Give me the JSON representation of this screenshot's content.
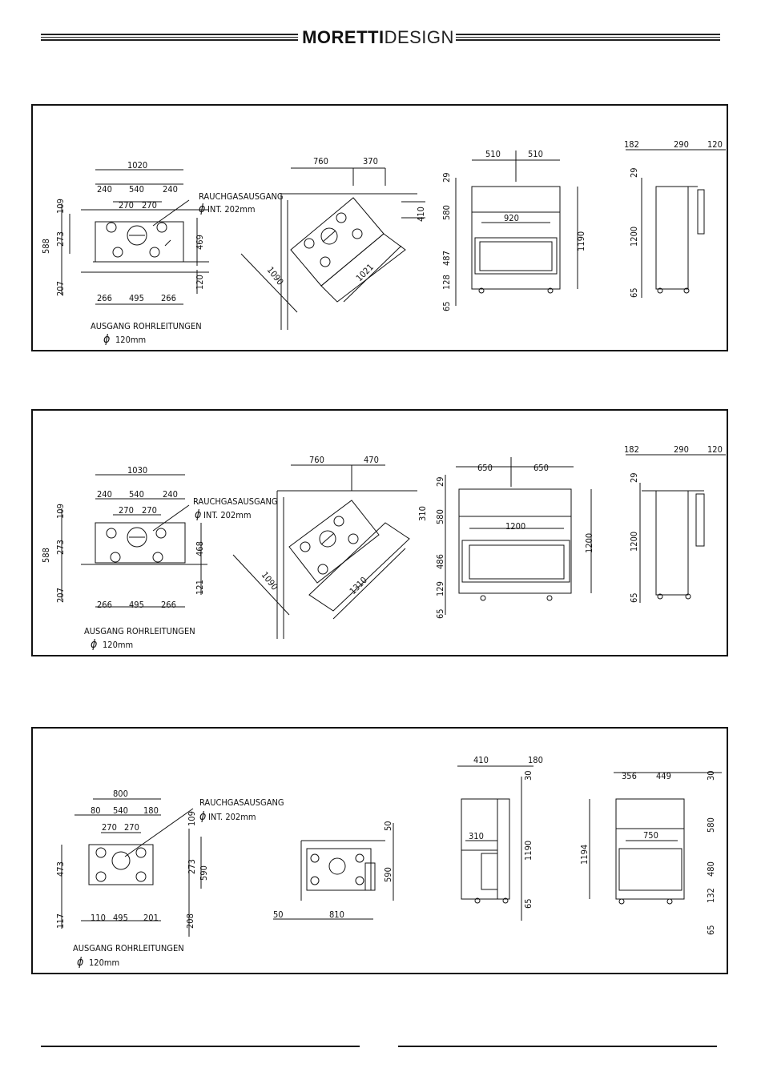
{
  "header": {
    "brand_bold": "MORETTI",
    "brand_light": "DESIGN"
  },
  "panels": [
    {
      "top_view": {
        "dims_top": [
          "1020",
          "240",
          "540",
          "240",
          "270",
          "270"
        ],
        "dims_left": [
          "109",
          "588",
          "273",
          "207"
        ],
        "dims_right": [
          "469",
          "120"
        ],
        "dims_bottom": [
          "266",
          "495",
          "266"
        ],
        "flue_label": "RAUCHGASAUSGANG",
        "flue_diameter": "INT. 202mm",
        "outlet_label": "AUSGANG ROHRLEITUNGEN",
        "outlet_diameter": "120mm"
      },
      "corner_view": {
        "dims": [
          "760",
          "370",
          "410",
          "1090",
          "1021"
        ]
      },
      "front_view": {
        "dims": [
          "510",
          "510",
          "29",
          "580",
          "920",
          "1190",
          "487",
          "128",
          "65"
        ]
      },
      "side_view": {
        "dims": [
          "182",
          "290",
          "120",
          "29",
          "1200",
          "65"
        ]
      }
    },
    {
      "top_view": {
        "dims_top": [
          "1030",
          "240",
          "540",
          "240",
          "270",
          "270"
        ],
        "dims_left": [
          "109",
          "588",
          "273",
          "207"
        ],
        "dims_right": [
          "468",
          "121"
        ],
        "dims_bottom": [
          "266",
          "495",
          "266"
        ],
        "flue_label": "RAUCHGASAUSGANG",
        "flue_diameter": "INT. 202mm",
        "outlet_label": "AUSGANG ROHRLEITUNGEN",
        "outlet_diameter": "120mm"
      },
      "corner_view": {
        "dims": [
          "760",
          "470",
          "310",
          "1090",
          "1310"
        ]
      },
      "front_view": {
        "dims": [
          "650",
          "650",
          "29",
          "580",
          "1200",
          "1200",
          "486",
          "129",
          "65"
        ]
      },
      "side_view": {
        "dims": [
          "182",
          "290",
          "120",
          "29",
          "1200",
          "65"
        ]
      }
    },
    {
      "top_view": {
        "dims_top": [
          "800",
          "80",
          "540",
          "180",
          "270",
          "270"
        ],
        "dims_left": [
          "473",
          "117"
        ],
        "dims_right": [
          "109",
          "273",
          "590",
          "208"
        ],
        "dims_bottom": [
          "110",
          "495",
          "201"
        ],
        "flue_label": "RAUCHGASAUSGANG",
        "flue_diameter": "INT. 202mm",
        "outlet_label": "AUSGANG ROHRLEITUNGEN",
        "outlet_diameter": "120mm"
      },
      "plan_view": {
        "dims": [
          "50",
          "590",
          "50",
          "810"
        ]
      },
      "side_view": {
        "dims": [
          "410",
          "180",
          "30",
          "1190",
          "310",
          "65"
        ]
      },
      "front_view": {
        "dims": [
          "356",
          "449",
          "30",
          "580",
          "750",
          "1194",
          "480",
          "132",
          "65"
        ]
      }
    }
  ]
}
